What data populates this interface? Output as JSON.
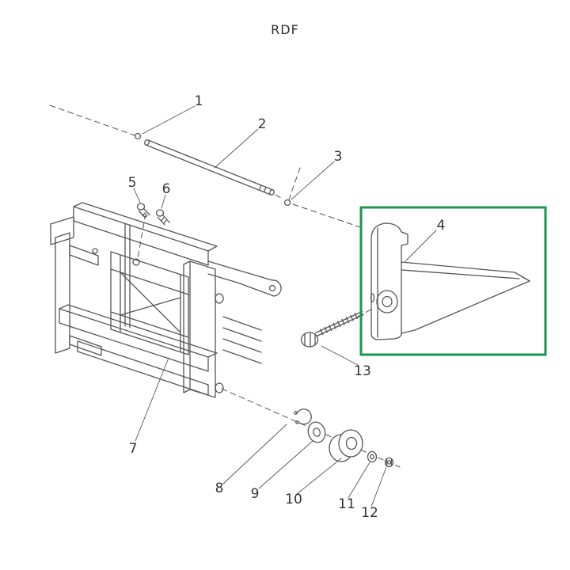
{
  "title": "RDF",
  "colors": {
    "line": "#555555",
    "label": "#333333",
    "highlight_box": "#17984e"
  },
  "parts": [
    {
      "num": "1"
    },
    {
      "num": "2"
    },
    {
      "num": "3"
    },
    {
      "num": "4"
    },
    {
      "num": "5"
    },
    {
      "num": "6"
    },
    {
      "num": "7"
    },
    {
      "num": "8"
    },
    {
      "num": "9"
    },
    {
      "num": "10"
    },
    {
      "num": "11"
    },
    {
      "num": "12"
    },
    {
      "num": "13"
    }
  ]
}
